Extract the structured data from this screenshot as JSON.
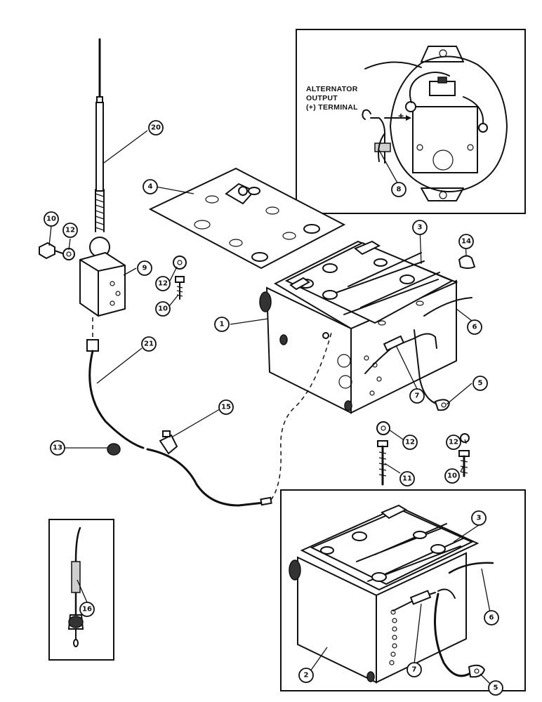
{
  "inset_label": {
    "line1": "ALTERNATOR",
    "line2": "OUTPUT",
    "line3": "(+) TERMINAL",
    "plus_mark": "+"
  },
  "callouts": [
    {
      "id": "1",
      "label": "1"
    },
    {
      "id": "2",
      "label": "2"
    },
    {
      "id": "3a",
      "label": "3"
    },
    {
      "id": "3b",
      "label": "3"
    },
    {
      "id": "4",
      "label": "4"
    },
    {
      "id": "5a",
      "label": "5"
    },
    {
      "id": "5b",
      "label": "5"
    },
    {
      "id": "6a",
      "label": "6"
    },
    {
      "id": "6b",
      "label": "6"
    },
    {
      "id": "7a",
      "label": "7"
    },
    {
      "id": "7b",
      "label": "7"
    },
    {
      "id": "8",
      "label": "8"
    },
    {
      "id": "9",
      "label": "9"
    },
    {
      "id": "10a",
      "label": "10"
    },
    {
      "id": "10b",
      "label": "10"
    },
    {
      "id": "10c",
      "label": "10"
    },
    {
      "id": "11",
      "label": "11"
    },
    {
      "id": "12a",
      "label": "12"
    },
    {
      "id": "12b",
      "label": "12"
    },
    {
      "id": "12c",
      "label": "12"
    },
    {
      "id": "12d",
      "label": "12"
    },
    {
      "id": "13",
      "label": "13"
    },
    {
      "id": "14",
      "label": "14"
    },
    {
      "id": "15",
      "label": "15"
    },
    {
      "id": "16",
      "label": "16"
    },
    {
      "id": "20",
      "label": "20"
    },
    {
      "id": "21",
      "label": "21"
    }
  ]
}
